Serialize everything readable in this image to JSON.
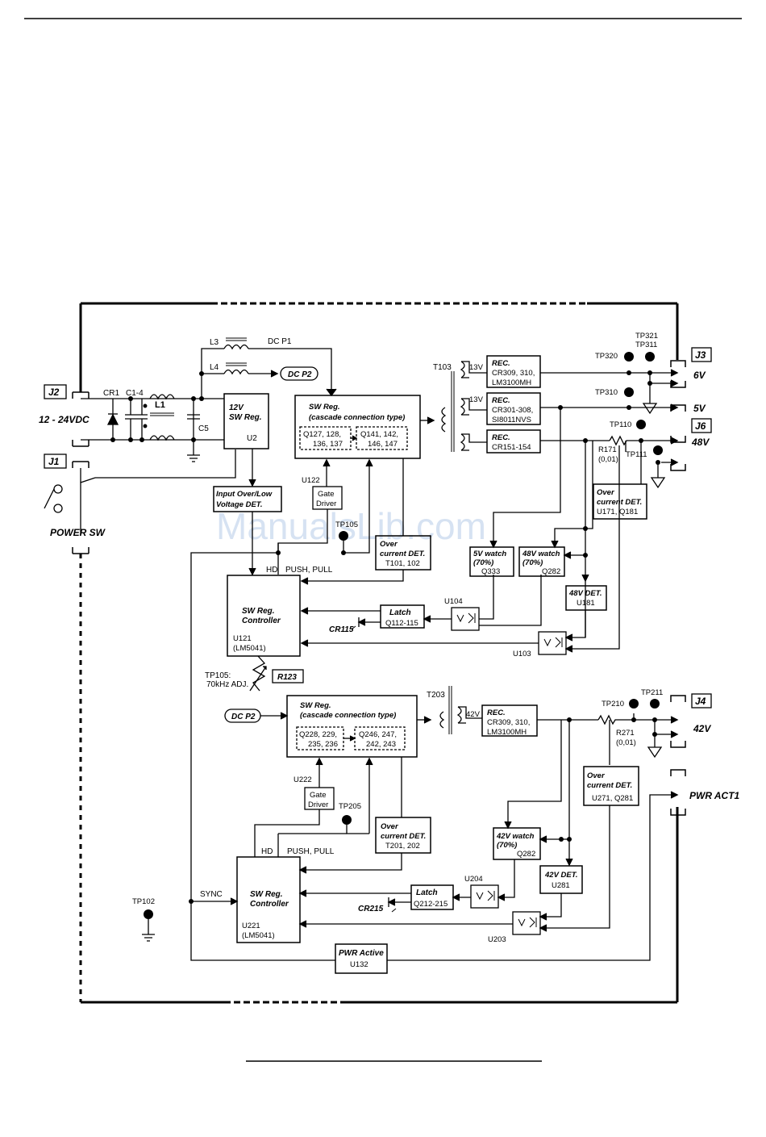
{
  "watermark": "ManualsLib.com",
  "connectors": {
    "j1": "J1",
    "j2": "J2",
    "j3": "J3",
    "j4": "J4",
    "j6": "J6"
  },
  "input": {
    "voltage": "12 - 24VDC",
    "power_sw": "POWER SW"
  },
  "components": {
    "cr1": "CR1",
    "c14": "C1-4",
    "l1": "L1",
    "c5": "C5",
    "l3": "L3",
    "l4": "L4",
    "dcp1": "DC P1",
    "dcp2": "DC P2",
    "dcp2b": "DC P2",
    "t103": "T103",
    "t203": "T203",
    "u122": "U122",
    "u222": "U222",
    "tp105_top": "TP105",
    "tp105_label": "TP105:",
    "tp105_adj": "70kHz ADJ.",
    "r123": "R123",
    "cr115": "CR115",
    "cr215": "CR215",
    "hd": "HD",
    "hd2": "HD",
    "push_pull": "PUSH, PULL",
    "push_pull2": "PUSH, PULL",
    "sync": "SYNC",
    "tp102": "TP102",
    "tp205": "TP205",
    "u104": "U104",
    "u103": "U103",
    "u204": "U204",
    "u203": "U203",
    "r171": "R171",
    "r171v": "(0,01)",
    "r271": "R271",
    "r271v": "(0,01)",
    "tp320": "TP320",
    "tp321": "TP321",
    "tp311": "TP311",
    "tp310": "TP310",
    "tp110": "TP110",
    "tp111": "TP111",
    "tp210": "TP210",
    "tp211": "TP211",
    "v13a": "13V",
    "v13b": "13V",
    "v42": "42V"
  },
  "outputs": {
    "v6": "6V",
    "v5": "5V",
    "v48": "48V",
    "v42": "42V",
    "pwr_act1": "PWR ACT1"
  },
  "blocks": {
    "sw12": {
      "l1": "12V",
      "l2": "SW Reg.",
      "l3": "U2"
    },
    "ovlv": {
      "l1": "Input Over/Low",
      "l2": "Voltage DET."
    },
    "gate1": {
      "l1": "Gate",
      "l2": "Driver"
    },
    "gate2": {
      "l1": "Gate",
      "l2": "Driver"
    },
    "swreg1": {
      "l1": "SW Reg.",
      "l2": "(cascade connection type)",
      "a1": "Q127, 128,",
      "a2": "136, 137",
      "b1": "Q141, 142,",
      "b2": "146, 147"
    },
    "swreg2": {
      "l1": "SW Reg.",
      "l2": "(cascade connection type)",
      "a1": "Q228, 229,",
      "a2": "235, 236",
      "b1": "Q246, 247,",
      "b2": "242, 243"
    },
    "oc1": {
      "l1": "Over",
      "l2": "current DET.",
      "l3": "T101, 102"
    },
    "oc2": {
      "l1": "Over",
      "l2": "current DET.",
      "l3": "T201, 202"
    },
    "rec1": {
      "l1": "REC.",
      "l2": "CR309, 310,",
      "l3": "LM3100MH"
    },
    "rec2": {
      "l1": "REC.",
      "l2": "CR301-308,",
      "l3": "SI8011NVS"
    },
    "rec3": {
      "l1": "REC.",
      "l2": "CR151-154"
    },
    "rec4": {
      "l1": "REC.",
      "l2": "CR309, 310,",
      "l3": "LM3100MH"
    },
    "oc171": {
      "l1": "Over",
      "l2": "current DET.",
      "l3": "U171, Q181"
    },
    "oc271": {
      "l1": "Over",
      "l2": "current DET.",
      "l3": "U271, Q281"
    },
    "w5": {
      "l1": "5V watch",
      "l2": "(70%)",
      "l3": "Q333"
    },
    "w48": {
      "l1": "48V watch",
      "l2": "(70%)",
      "l3": "Q282"
    },
    "w42": {
      "l1": "42V watch",
      "l2": "(70%)",
      "l3": "Q282"
    },
    "d48": {
      "l1": "48V DET.",
      "l2": "U181"
    },
    "d42": {
      "l1": "42V DET.",
      "l2": "U281"
    },
    "latch1": {
      "l1": "Latch",
      "l2": "Q112-115"
    },
    "latch2": {
      "l1": "Latch",
      "l2": "Q212-215"
    },
    "ctrl1": {
      "l1": "SW Reg.",
      "l2": "Controller",
      "l3": "U121",
      "l4": "(LM5041)"
    },
    "ctrl2": {
      "l1": "SW Reg.",
      "l2": "Controller",
      "l3": "U221",
      "l4": "(LM5041)"
    },
    "pwract": {
      "l1": "PWR Active",
      "l2": "U132"
    }
  }
}
